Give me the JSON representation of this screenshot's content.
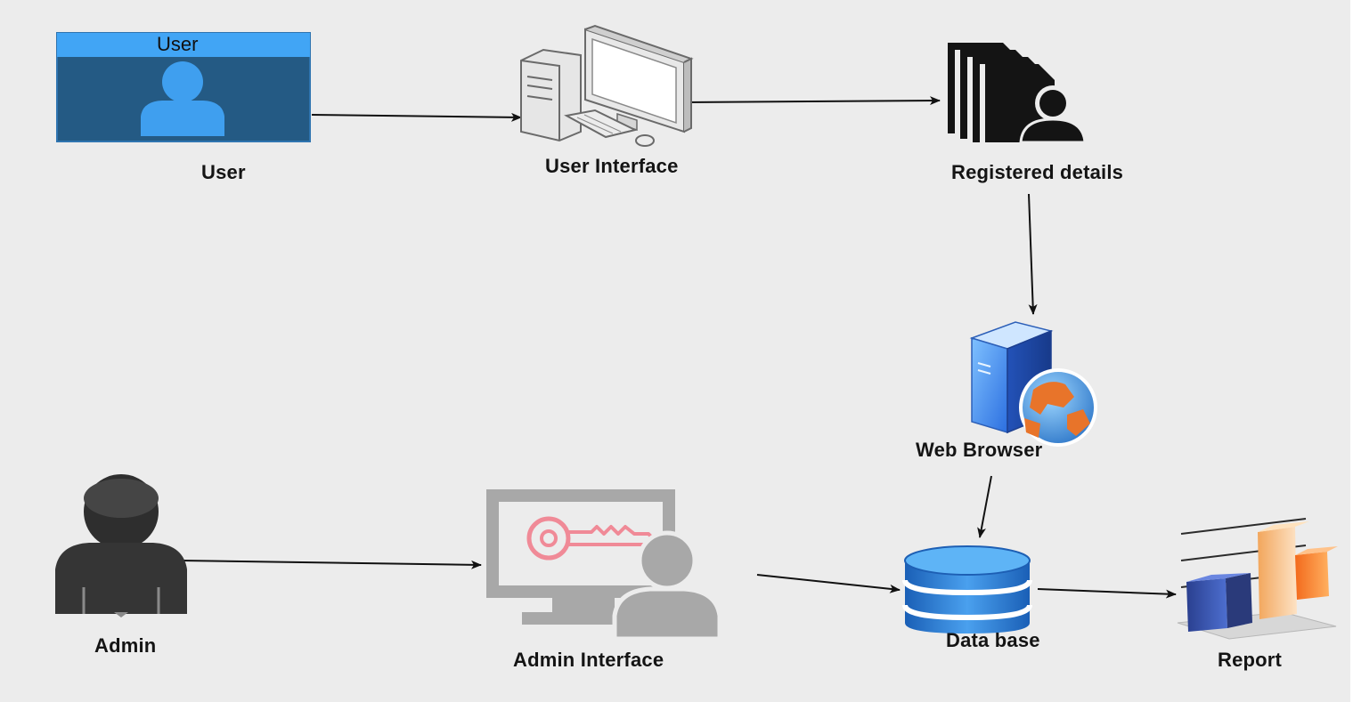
{
  "nodes": {
    "user_card_title": "User",
    "user": "User",
    "user_interface": "User Interface",
    "registered_details": "Registered details",
    "web_browser": "Web Browser",
    "admin": "Admin",
    "admin_interface": "Admin Interface",
    "database": "Data base",
    "report": "Report"
  },
  "colors": {
    "user_card_header": "#41a5f5",
    "user_card_body": "#245a84",
    "person_blue": "#3f9fef",
    "admin_dark": "#353535",
    "monitor_gray": "#a8a8a8",
    "key_pink": "#f08a97",
    "database_blue": "#1f6ec7",
    "arrow": "#111111"
  },
  "icons": [
    "user-card-icon",
    "computer-icon",
    "documents-user-icon",
    "server-globe-icon",
    "admin-person-icon",
    "monitor-key-user-icon",
    "database-icon",
    "bar-chart-icon"
  ]
}
